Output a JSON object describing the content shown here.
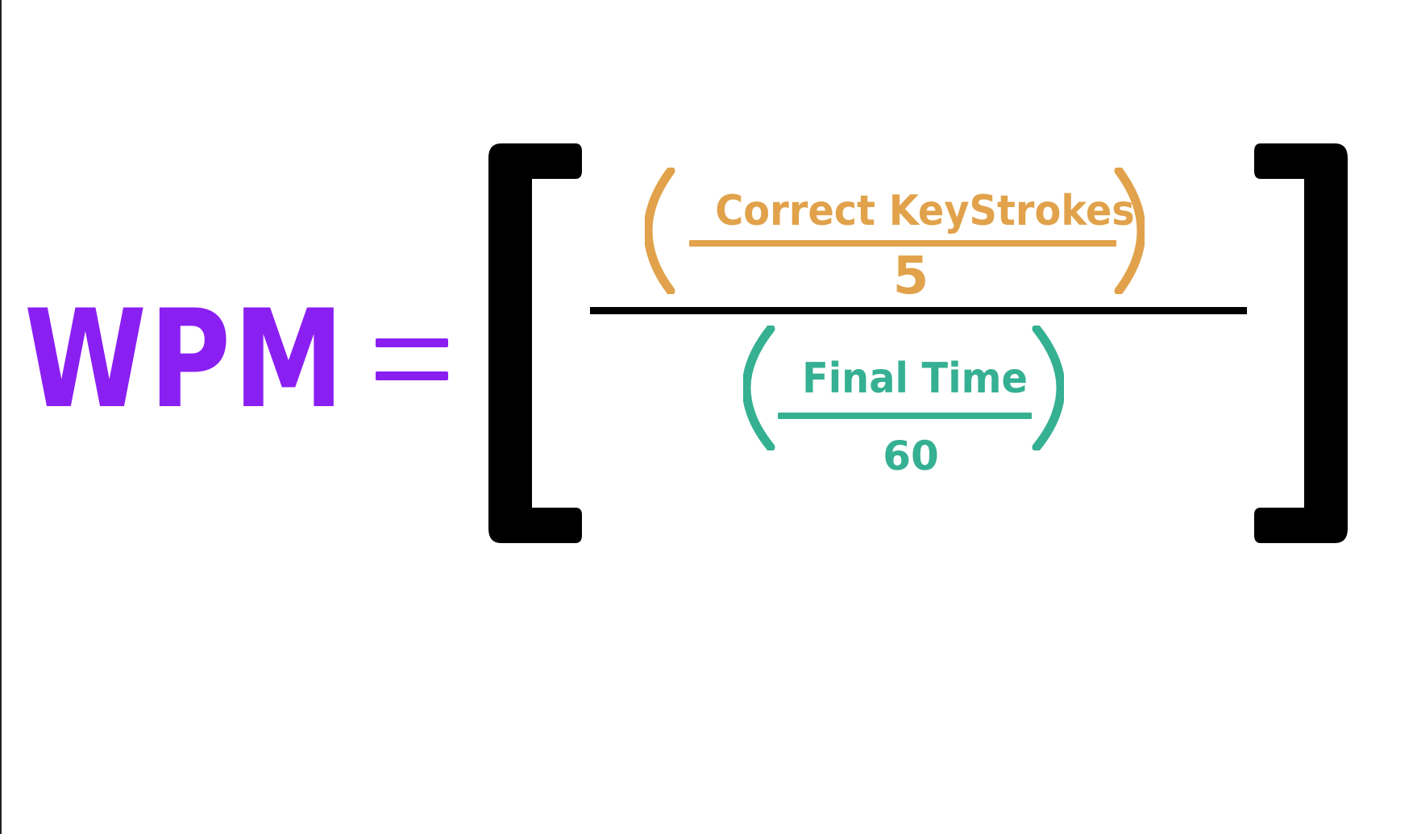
{
  "formula": {
    "lhs": "WPM",
    "numerator": {
      "top": "Correct KeyStrokes",
      "bottom": "5"
    },
    "denominator": {
      "top": "Final Time",
      "bottom": "60"
    }
  },
  "colors": {
    "wpm": "#8a1ff2",
    "numerator": "#e1a24b",
    "denominator": "#35b092",
    "bracket": "#000000",
    "background": "#ffffff"
  }
}
